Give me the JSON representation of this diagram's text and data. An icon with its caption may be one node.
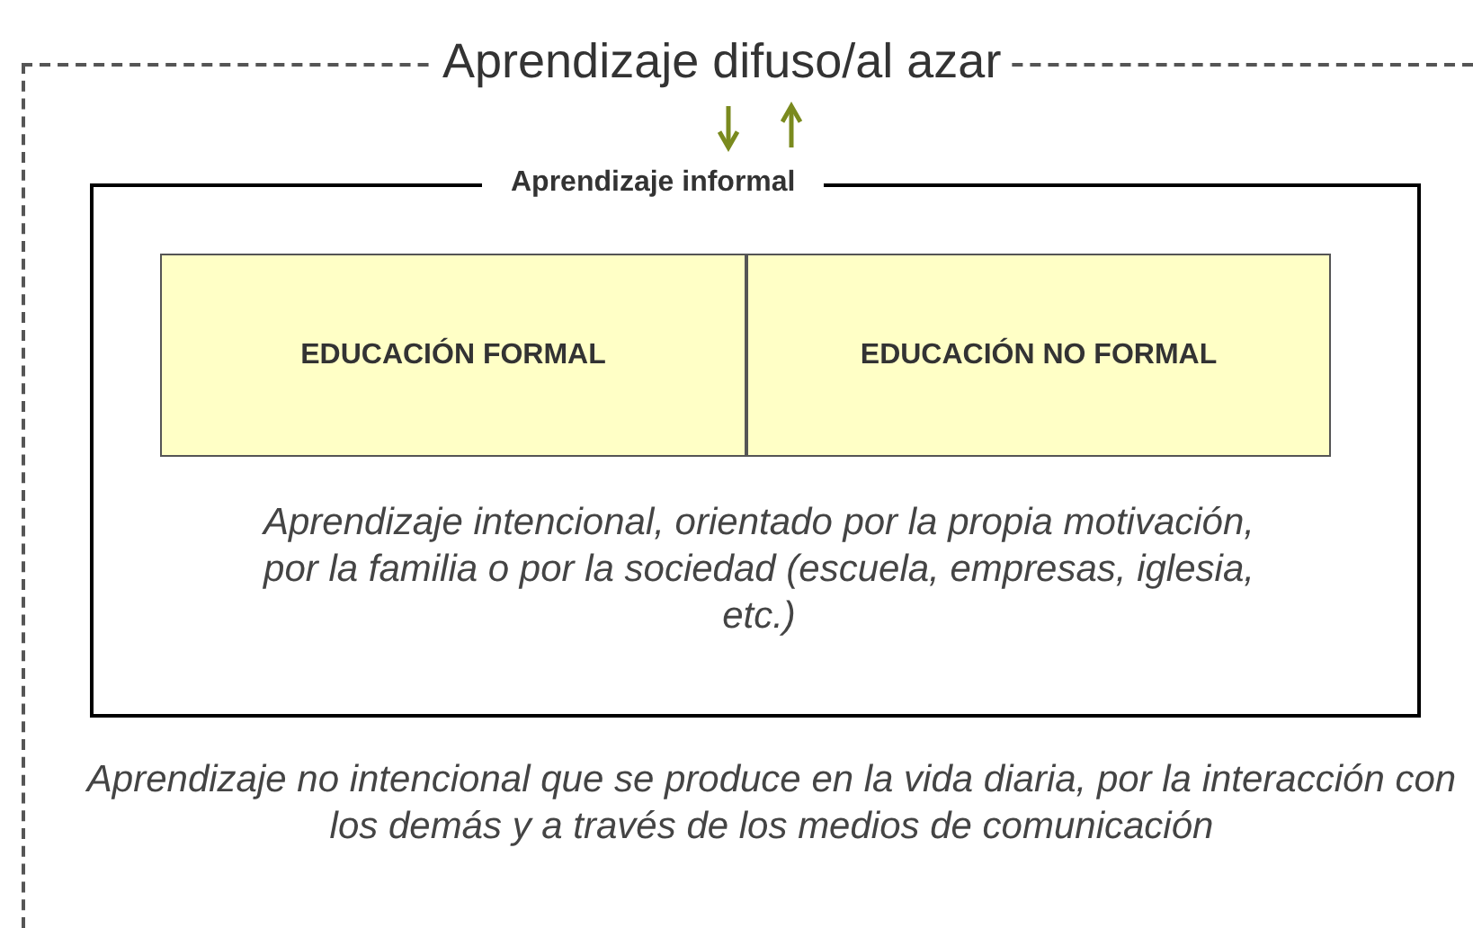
{
  "diagram": {
    "nodes": [
      {
        "text": [
          "Aprendizaje difuso/al azar",
          "Aprendizaje no intencional que se produce en la vida diaria, por la interacción con los demás y a través de los medios de comunicación"
        ]
      },
      {
        "text": [
          "Aprendizaje informal",
          "Aprendizaje intencional, orientado por la propia motivación, por la familia o por la sociedad (escuela, empresas, iglesia, etc.)"
        ],
        "in": 0
      },
      {
        "text": [
          "EDUCACIÓN FORMAL"
        ],
        "in": 1
      },
      {
        "text": [
          "EDUCACIÓN NO FORMAL"
        ],
        "in": 1
      }
    ],
    "edges": [
      {
        "from": 0,
        "to": 1,
        "arrow": "to",
        "color": "#7a8a1e"
      },
      {
        "from": 1,
        "to": 0,
        "arrow": "to",
        "color": "#7a8a1e"
      }
    ]
  }
}
